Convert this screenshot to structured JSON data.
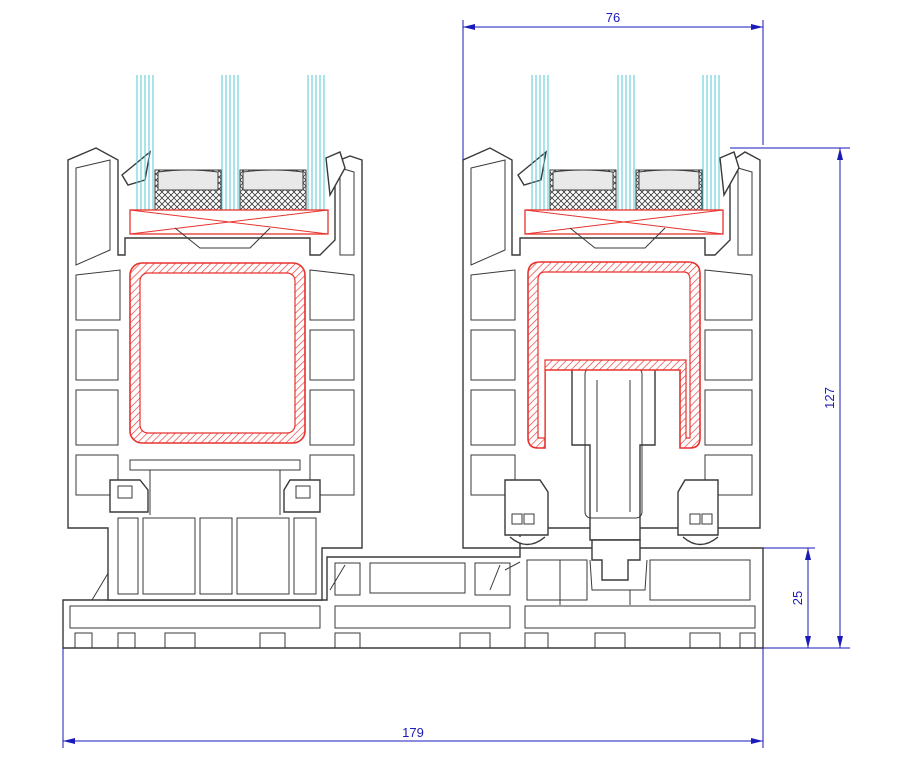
{
  "colors": {
    "profile_line": "#3a3a3a",
    "glass": "#52c9d4",
    "steel_reinforcement": "#e8322d",
    "dimension": "#1a1ab8"
  },
  "dimensions": {
    "sash_width": "76",
    "total_height": "127",
    "track_height": "25",
    "total_width": "179"
  }
}
